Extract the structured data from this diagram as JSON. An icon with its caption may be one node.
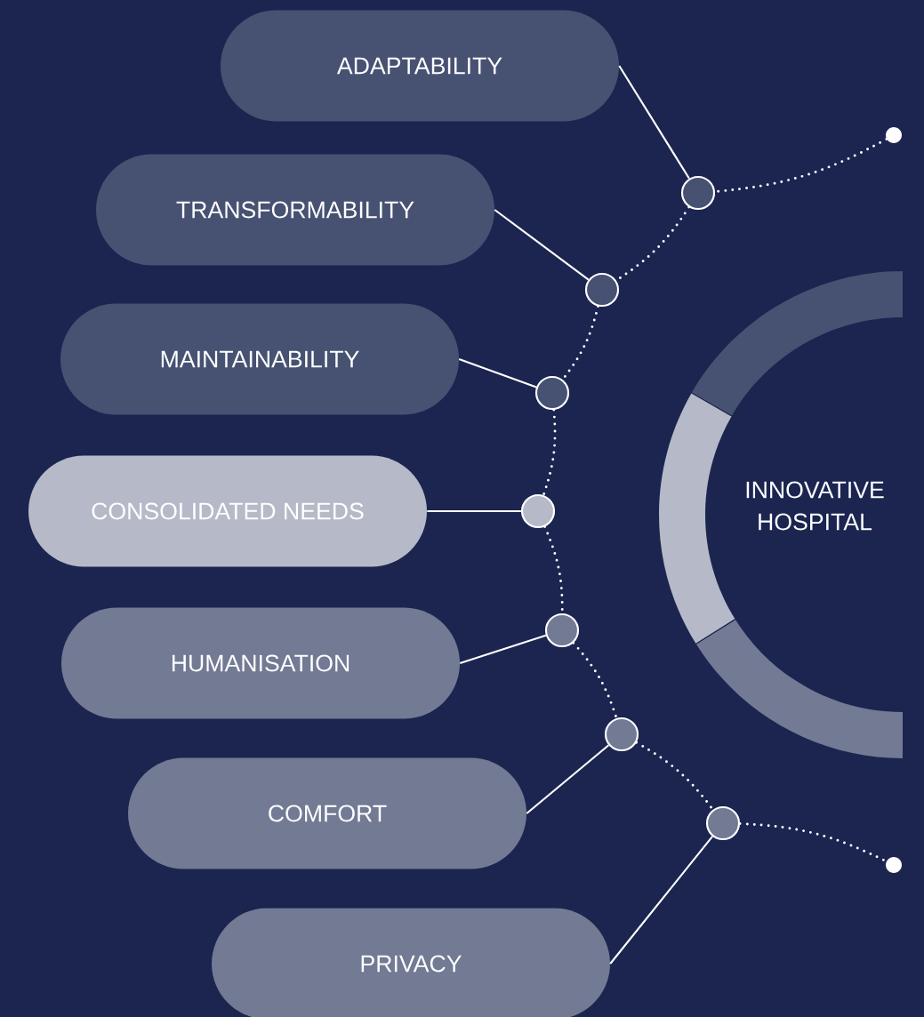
{
  "diagram": {
    "nodes": [
      {
        "text": [
          "ADAPTABILITY"
        ]
      },
      {
        "text": [
          "TRANSFORMABILITY"
        ]
      },
      {
        "text": [
          "MAINTAINABILITY"
        ]
      },
      {
        "text": [
          "CONSOLIDATED NEEDS"
        ]
      },
      {
        "text": [
          "HUMANISATION"
        ]
      },
      {
        "text": [
          "COMFORT"
        ]
      },
      {
        "text": [
          "PRIVACY"
        ]
      },
      {
        "text": [
          "INNOVATIVE HOSPITAL"
        ]
      },
      {
        "text": [],
        "shape": "circle"
      },
      {
        "text": [],
        "shape": "circle"
      },
      {
        "text": [],
        "shape": "circle"
      },
      {
        "text": [],
        "shape": "circle"
      },
      {
        "text": [],
        "shape": "circle"
      },
      {
        "text": [],
        "shape": "circle"
      },
      {
        "text": [],
        "shape": "circle"
      },
      {
        "text": [],
        "shape": "circle"
      },
      {
        "text": [],
        "shape": "circle"
      }
    ],
    "edges": [
      {
        "from": 0,
        "to": 8,
        "arrow": "none"
      },
      {
        "from": 1,
        "to": 9,
        "arrow": "none"
      },
      {
        "from": 2,
        "to": 10,
        "arrow": "none"
      },
      {
        "from": 3,
        "to": 11,
        "arrow": "none"
      },
      {
        "from": 4,
        "to": 12,
        "arrow": "none"
      },
      {
        "from": 5,
        "to": 13,
        "arrow": "none"
      },
      {
        "from": 6,
        "to": 14,
        "arrow": "none"
      },
      {
        "from": 15,
        "to": 8,
        "arrow": "none",
        "style": "dashed"
      },
      {
        "from": 8,
        "to": 9,
        "arrow": "none",
        "style": "dashed"
      },
      {
        "from": 9,
        "to": 10,
        "arrow": "none",
        "style": "dashed"
      },
      {
        "from": 10,
        "to": 11,
        "arrow": "none",
        "style": "dashed"
      },
      {
        "from": 11,
        "to": 12,
        "arrow": "none",
        "style": "dashed"
      },
      {
        "from": 12,
        "to": 13,
        "arrow": "none",
        "style": "dashed"
      },
      {
        "from": 13,
        "to": 14,
        "arrow": "none",
        "style": "dashed"
      },
      {
        "from": 14,
        "to": 16,
        "arrow": "none",
        "style": "dashed"
      }
    ]
  }
}
